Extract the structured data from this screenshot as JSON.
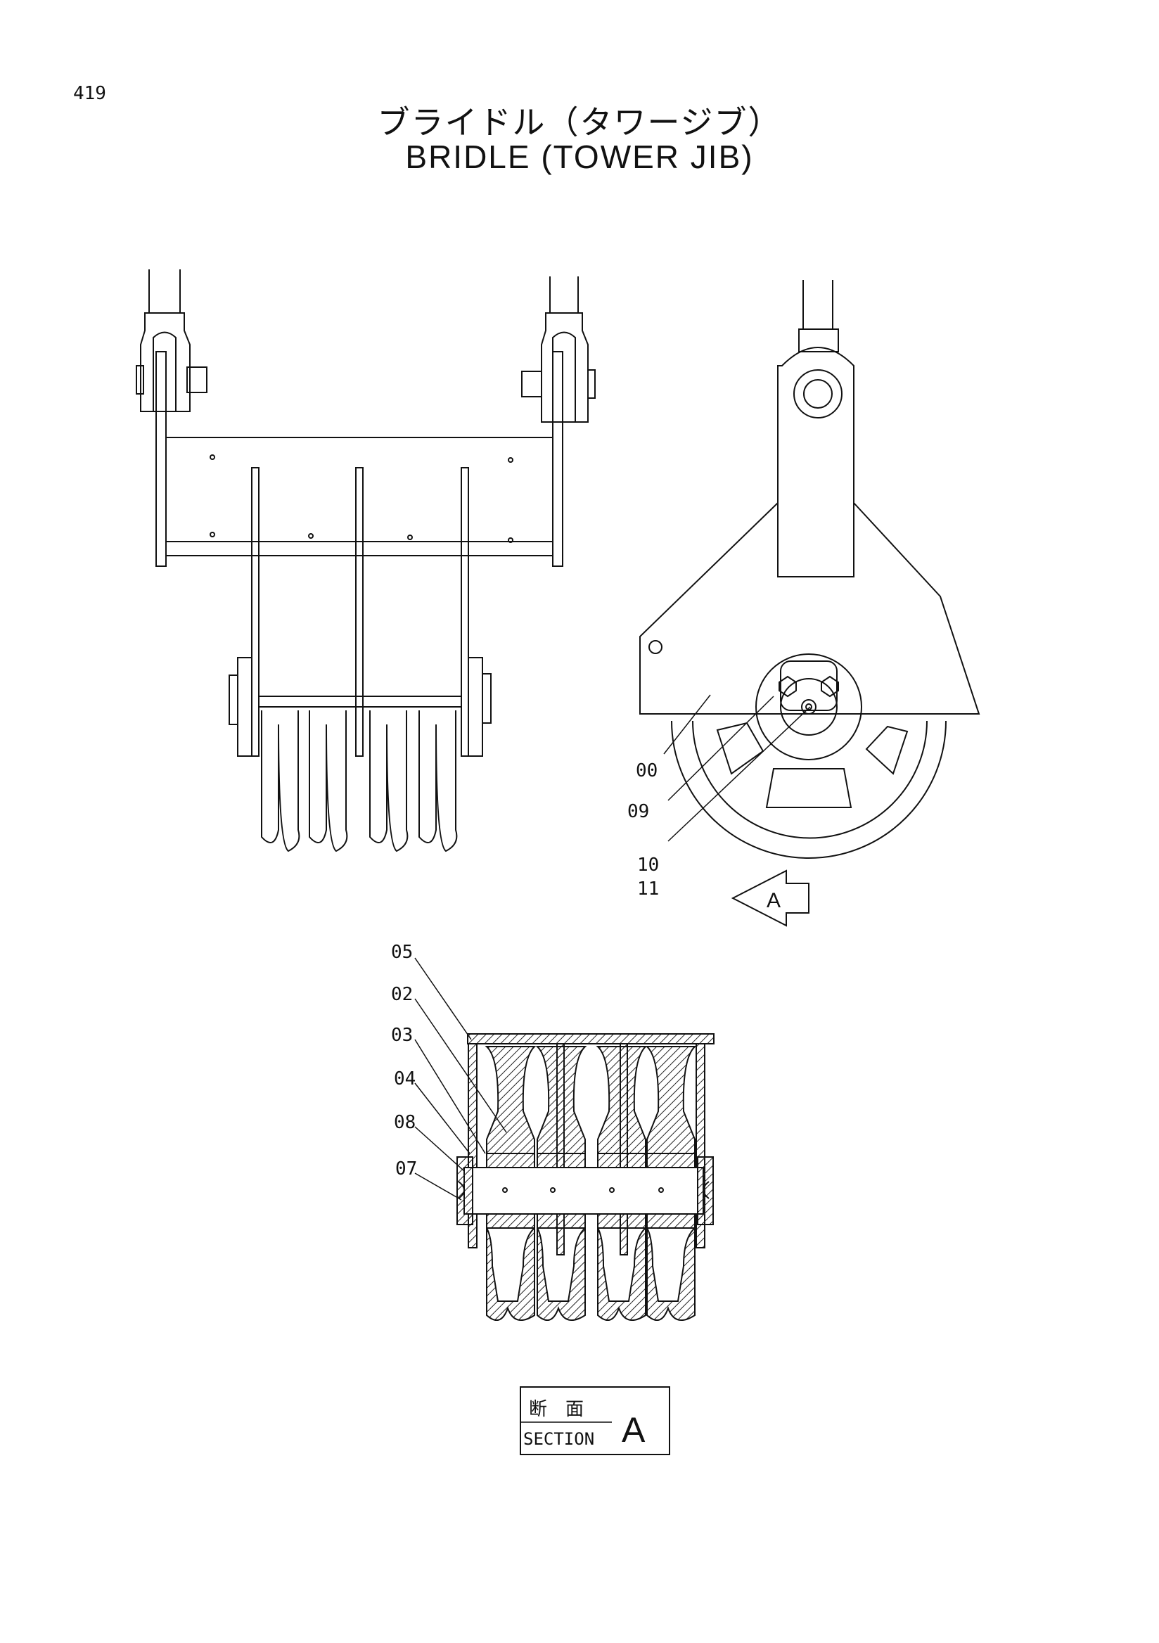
{
  "page_number": "419",
  "title_jp": "ブライドル（タワージブ）",
  "title_en": "BRIDLE (TOWER JIB)",
  "callouts_side_view": [
    "00",
    "09",
    "10",
    "11"
  ],
  "view_arrow_label": "A",
  "callouts_section": [
    "05",
    "02",
    "03",
    "04",
    "08",
    "07"
  ],
  "section_box": {
    "jp_label": "断　面",
    "en_label": "SECTION",
    "letter": "A"
  }
}
